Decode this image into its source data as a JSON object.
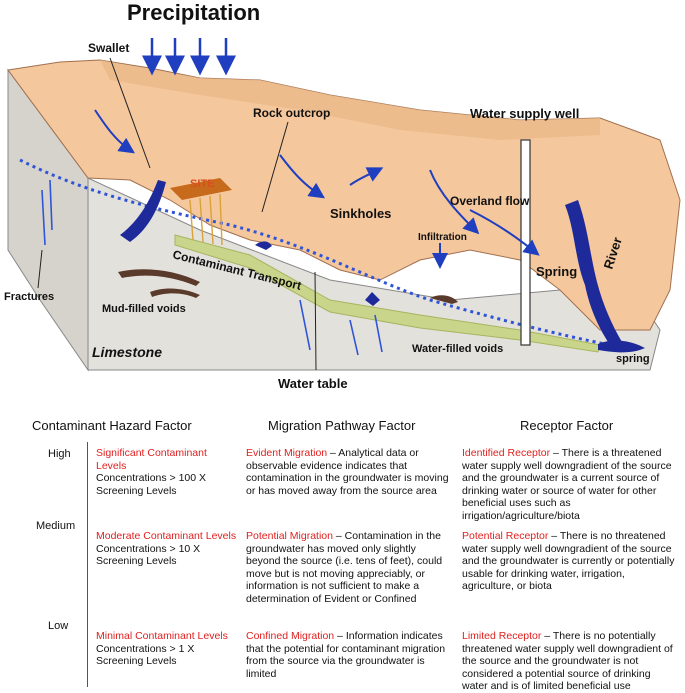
{
  "diagram": {
    "labels": {
      "precipitation": "Precipitation",
      "swallet": "Swallet",
      "rock_outcrop": "Rock outcrop",
      "water_supply_well": "Water supply well",
      "site": "SITE",
      "sinkholes": "Sinkholes",
      "overland_flow": "Overland flow",
      "infiltration": "Infiltration",
      "contaminant_transport": "Contaminant Transport",
      "spring_upper": "Spring",
      "river": "River",
      "fractures": "Fractures",
      "mud_filled_voids": "Mud-filled voids",
      "limestone": "Limestone",
      "water_filled_voids": "Water-filled voids",
      "spring_lower": "spring",
      "water_table": "Water table"
    },
    "colors": {
      "surface": "#f5c79c",
      "limestone": "#e3e1dc",
      "water": "#1f2a9a",
      "arrow": "#1f3fc0",
      "contaminant": "#c9d58a",
      "site": "#c86a1c"
    }
  },
  "table": {
    "headers": {
      "hazard": "Contaminant Hazard Factor",
      "migration": "Migration Pathway Factor",
      "receptor": "Receptor Factor"
    },
    "levels": {
      "high": "High",
      "medium": "Medium",
      "low": "Low"
    },
    "rows": [
      {
        "hazard_title": "Significant  Contaminant Levels",
        "hazard_body": "Concentrations > 100 X Screening Levels",
        "migration_title": "Evident Migration",
        "migration_body": " –  Analytical data or observable evidence indicates that contamination in the groundwater is moving or has moved away from the source area",
        "receptor_title": "Identified Receptor",
        "receptor_body": " – There is a threatened water supply well downgradient of the source and the groundwater is a current source of drinking water or source of water for other beneficial uses such as irrigation/agriculture/biota"
      },
      {
        "hazard_title": "Moderate Contaminant Levels",
        "hazard_body": "Concentrations > 10 X Screening Levels",
        "migration_title": "Potential Migration",
        "migration_body": " – Contamination in the groundwater has moved only slightly beyond the source (i.e. tens of feet), could move but is not moving appreciably, or information is not sufficient to make a determination of Evident or Confined",
        "receptor_title": "Potential Receptor",
        "receptor_body": " – There is no threatened water supply well downgradient of the source and the groundwater is currently or potentially usable for drinking water, irrigation,  agriculture, or biota"
      },
      {
        "hazard_title": "Minimal Contaminant Levels",
        "hazard_body": "Concentrations > 1 X Screening Levels",
        "migration_title": "Confined Migration",
        "migration_body": " – Information indicates that the potential for contaminant migration from the source via the groundwater is limited",
        "receptor_title": "Limited Receptor",
        "receptor_body": " – There is no potentially threatened water supply well downgradient of the source and the groundwater is not considered a potential source of drinking water and is of limited beneficial use"
      }
    ]
  }
}
